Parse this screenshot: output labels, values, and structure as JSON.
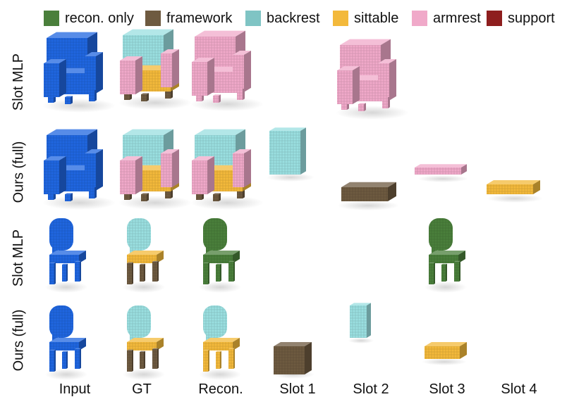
{
  "legend": [
    {
      "label": "recon. only",
      "color": "#4a7f3b"
    },
    {
      "label": "framework",
      "color": "#6e5a40"
    },
    {
      "label": "backrest",
      "color": "#7fc4c4"
    },
    {
      "label": "sittable",
      "color": "#f3b93b"
    },
    {
      "label": "armrest",
      "color": "#f0a9c9"
    },
    {
      "label": "support",
      "color": "#8e1e1e"
    }
  ],
  "row_labels": [
    "Slot MLP",
    "Ours (full)",
    "Slot MLP",
    "Ours (full)"
  ],
  "column_labels": [
    "Input",
    "GT",
    "Recon.",
    "Slot 1",
    "Slot 2",
    "Slot 3",
    "Slot 4"
  ],
  "colors": {
    "input_blue": "#1f66e0",
    "recon_green": "#4a7f3b",
    "framework_brown": "#6e5a40",
    "backrest_cyan": "#9adfe0",
    "sittable_yellow": "#f3b93b",
    "armrest_pink": "#f0a9c9"
  }
}
